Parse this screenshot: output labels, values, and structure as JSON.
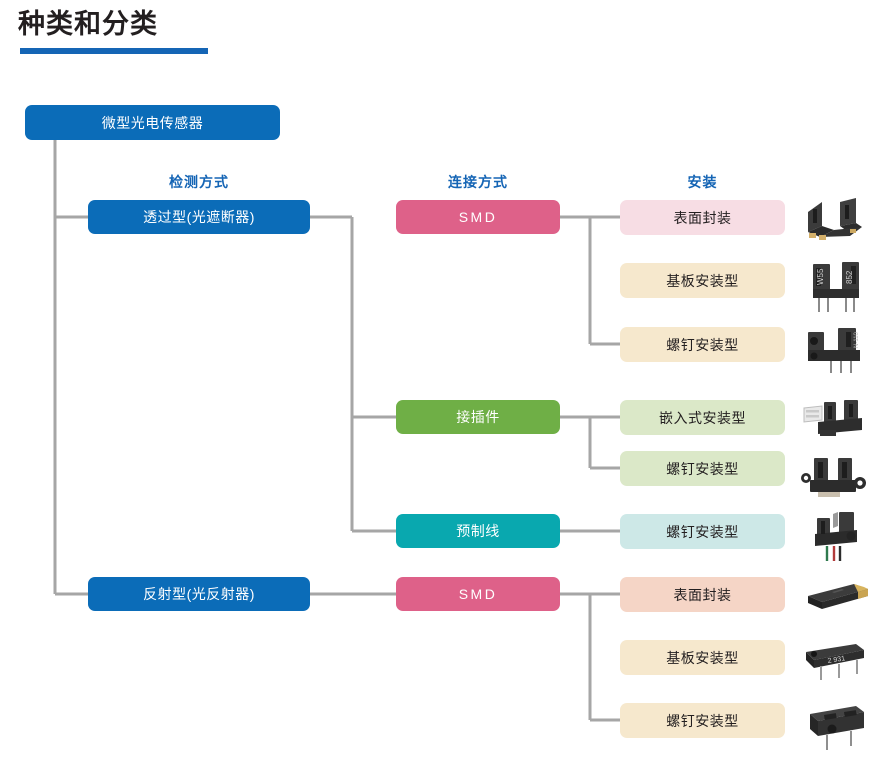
{
  "page": {
    "title": "种类和分类",
    "accent_color": "#1565b5",
    "background": "#ffffff"
  },
  "diagram": {
    "type": "tree",
    "root": {
      "label": "微型光电传感器",
      "color": "#0b6cb8",
      "text_color": "#ffffff"
    },
    "column_headers": [
      {
        "label": "检测方式",
        "color": "#1565b5"
      },
      {
        "label": "连接方式",
        "color": "#1565b5"
      },
      {
        "label": "安装",
        "color": "#1565b5"
      }
    ],
    "branches": [
      {
        "label": "透过型(光遮断器)",
        "color": "#0b6cb8",
        "text_color": "#ffffff",
        "connections": [
          {
            "label": "SMD",
            "color": "#de6189",
            "text_color": "#ffffff",
            "mountings": [
              {
                "label": "表面封装",
                "color": "#f7dde4",
                "text_color": "#231f20",
                "photo": "photo-interrupter-smd"
              },
              {
                "label": "基板安装型",
                "color": "#f6e8cd",
                "text_color": "#231f20",
                "photo": "photo-interrupter-through-hole"
              },
              {
                "label": "螺钉安装型",
                "color": "#f6e8cd",
                "text_color": "#231f20",
                "photo": "photo-interrupter-screw"
              }
            ]
          },
          {
            "label": "接插件",
            "color": "#6faf46",
            "text_color": "#ffffff",
            "mountings": [
              {
                "label": "嵌入式安装型",
                "color": "#dbe8c8",
                "text_color": "#231f20",
                "photo": "photo-interrupter-connector-embedded"
              },
              {
                "label": "螺钉安装型",
                "color": "#dbe8c8",
                "text_color": "#231f20",
                "photo": "photo-interrupter-connector-screw"
              }
            ]
          },
          {
            "label": "预制线",
            "color": "#09a8af",
            "text_color": "#ffffff",
            "mountings": [
              {
                "label": "螺钉安装型",
                "color": "#cde8e7",
                "text_color": "#231f20",
                "photo": "photo-interrupter-cable-screw"
              }
            ]
          }
        ]
      },
      {
        "label": "反射型(光反射器)",
        "color": "#0b6cb8",
        "text_color": "#ffffff",
        "connections": [
          {
            "label": "SMD",
            "color": "#de6189",
            "text_color": "#ffffff",
            "mountings": [
              {
                "label": "表面封装",
                "color": "#f5d5c6",
                "text_color": "#231f20",
                "photo": "photo-reflector-smd"
              },
              {
                "label": "基板安装型",
                "color": "#f6e8cd",
                "text_color": "#231f20",
                "photo": "photo-reflector-through-hole"
              },
              {
                "label": "螺钉安装型",
                "color": "#f6e8cd",
                "text_color": "#231f20",
                "photo": "photo-reflector-screw"
              }
            ]
          }
        ]
      }
    ],
    "connector_color": "#a6a6a6"
  }
}
